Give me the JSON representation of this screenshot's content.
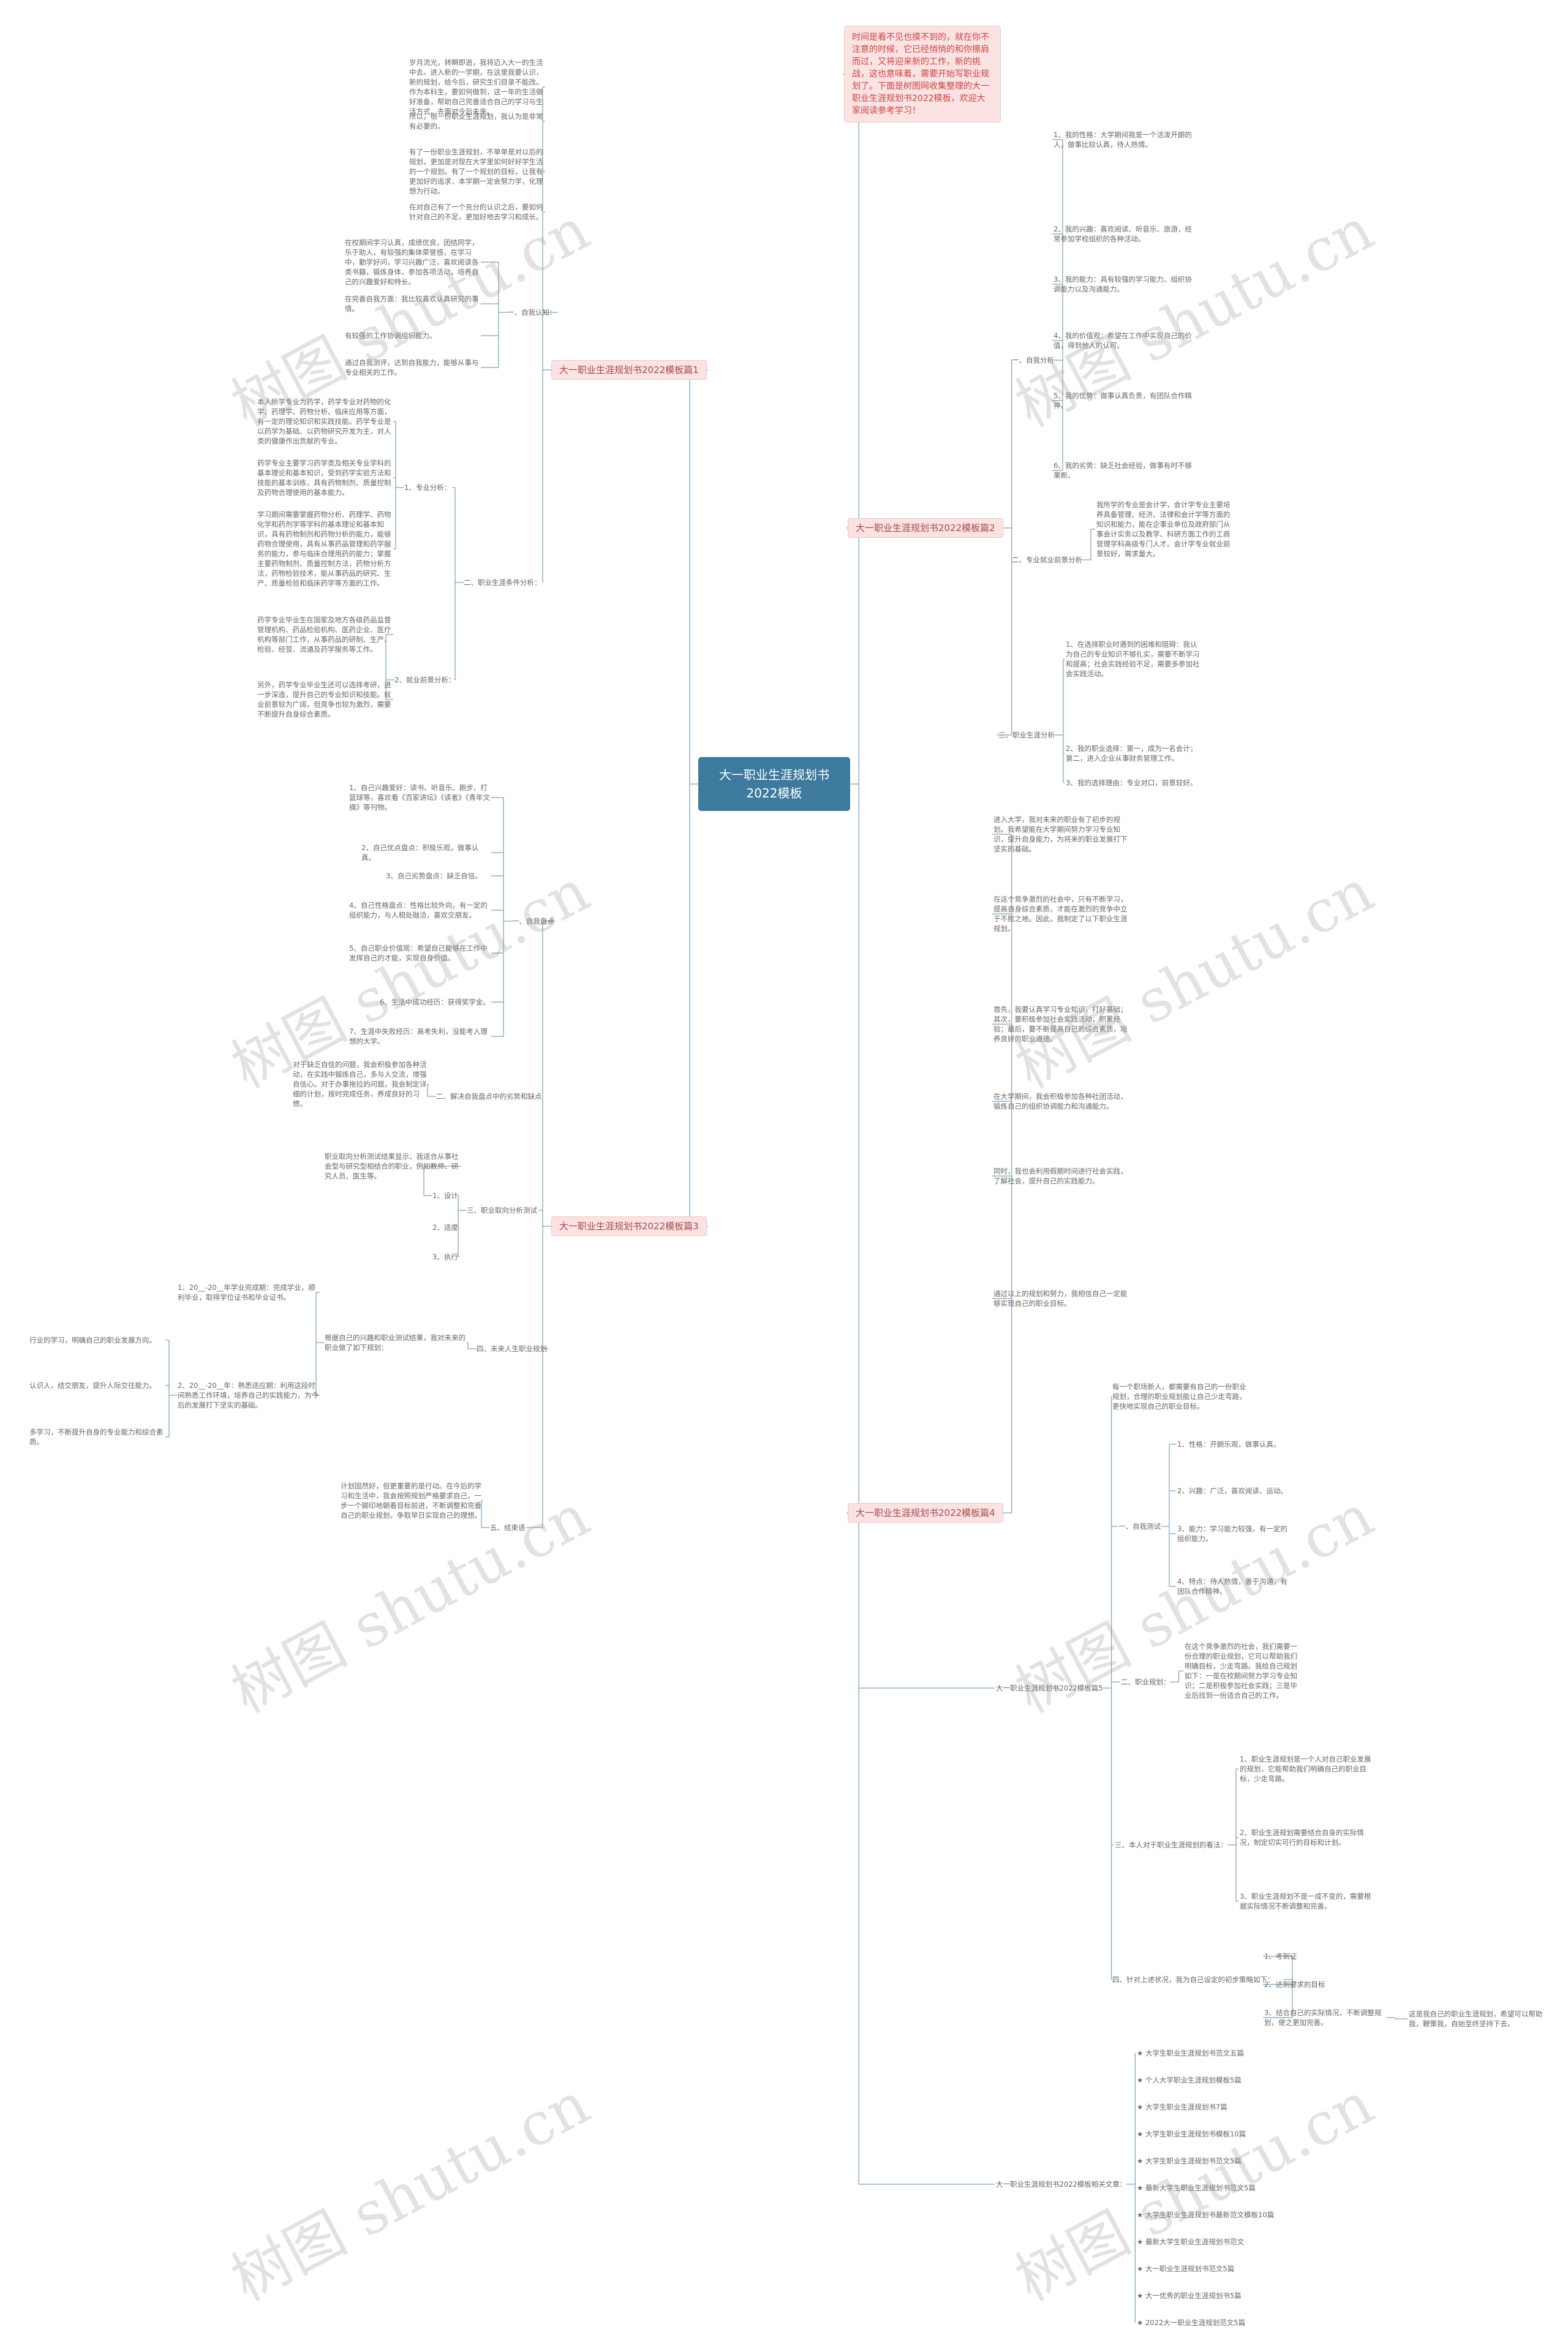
{
  "root": "大一职业生涯规划书2022模板",
  "intro": "时间是看不见也摸不到的，就在你不注意的时候，它已经悄悄的和你擦肩而过，又将迎来新的工作，新的挑战，这也意味着，需要开始写职业规划了。下面是树图网收集整理的大一职业生涯规划书2022模板，欢迎大家阅读参考学习！",
  "watermark": "树图 shutu.cn",
  "b1": {
    "label": "大一职业生涯规划书2022模板篇1",
    "p1": "岁月流光，转瞬即逝，我将迈入大一的生活中去。进入新的一学期，在这里我要认识，新的规划，给今后，研究生们目录不能改。作为本科生，要如何做到，这一年的生活做好准备，帮助自己完善适合自己的学习与生活方式，去面对今后未来。",
    "p2": "所以，很一份职业生涯规划，我认为是非常有必要的。",
    "p3": "有了一份职业生涯规划，不单单是对以后的规划，更加是对现在大学里如何好好学生活的一个规划。有了一个规划的目标，让我有更加好的追求，本学期一定会努力学，化理想为行动。",
    "p4": "在对自己有了一个充分的认识之后，要如何针对自己的不足，更加好地去学习和成长。",
    "c1": {
      "label": "一、自我认知：",
      "p1": "在校期间学习认真，成绩优良，团结同学，乐于助人，有较强的集体荣誉感，在学习中，勤学好问，学习兴趣广泛，喜欢阅读各类书籍，锻炼身体，参加各项活动，培养自己的兴趣爱好和特长。",
      "p2": "在完善自我方面：我比较喜欢认真研究的事情。",
      "p3": "有较强的工作协调组织能力。",
      "p4": "通过自我测评，达到自我能力，能够从事与专业相关的工作。"
    },
    "c2": {
      "label": "二、职业生涯条件分析：",
      "c1": {
        "label": "1、专业分析：",
        "p0": "本人所学专业为药学，药学专业对药物的化学、药理学、药物分析、临床应用等方面，有一定的理论知识和实践技能。药学专业是以药学为基础、以药物研究开发为主，对人类的健康作出贡献的专业。",
        "p1": "药学专业主要学习药学类及相关专业学科的基本理论和基本知识，受到药学实验方法和技能的基本训练，具有药物制剂、质量控制及药物合理使用的基本能力。",
        "p2": "学习期间需要掌握药物分析、药理学、药物化学和药剂学等学科的基本理论和基本知识，具有药物制剂和药物分析的能力，能够药物合理使用，具有从事药品管理和药学服务的能力，参与临床合理用药的能力；掌握主要药物制剂、质量控制方法，药物分析方法，药物检验技术，能从事药品的研究、生产、质量检验和临床药学等方面的工作。"
      },
      "c2": {
        "label": "2、就业前景分析：",
        "p1": "药学专业毕业生在国家及地方各级药品监督管理机构、药品检验机构、医药企业、医疗机构等部门工作，从事药品的研制、生产、检验、经营、流通及药学服务等工作。",
        "p2": "另外，药学专业毕业生还可以选择考研，进一步深造，提升自己的专业知识和技能。就业前景较为广阔，但竞争也较为激烈，需要不断提升自身综合素质。"
      }
    }
  },
  "b3": {
    "label": "大一职业生涯规划书2022模板篇3",
    "c1": {
      "label": "一、自我盘点",
      "items": [
        "1、自己兴趣爱好：读书、听音乐、跑步、打篮球等，喜欢看《百家讲坛》《读者》《青年文摘》等刊物。",
        "2、自己优点盘点：积极乐观，做事认真。",
        "3、自己劣势盘点：缺乏自信。",
        "4、自己性格盘点：性格比较外向，有一定的组织能力，与人相处融洽，喜欢交朋友。",
        "5、自己职业价值观：希望自己能够在工作中发挥自己的才能，实现自身价值。",
        "6、生活中成功经历：获得奖学金。",
        "7、生涯中失败经历：高考失利，没能考入理想的大学。"
      ]
    },
    "c2": {
      "label": "二、解决自我盘点中的劣势和缺点",
      "p1": "对于缺乏自信的问题，我会积极参加各种活动，在实践中锻炼自己，多与人交流，增强自信心。对于办事拖拉的问题，我会制定详细的计划，按时完成任务，养成良好的习惯。"
    },
    "c3": {
      "label": "三、职业取向分析测试",
      "p0": "职业取向分析测试结果显示，我适合从事社会型与研究型相结合的职业，例如教师、研究人员、医生等。",
      "items": [
        "1、设计",
        "2、适度",
        "3、执行"
      ]
    },
    "c4": {
      "label": "四、未来人生职业规划",
      "p0": "根据自己的兴趣和职业测试结果，我对未来的职业做了如下规划：",
      "s1": "1、20__-20__年学业完成期：完成学业，顺利毕业，取得学位证书和毕业证书。",
      "s2": "2、20__-20__年：熟悉适应期：利用这段时间熟悉工作环境，培养自己的实践能力，为今后的发展打下坚实的基础。",
      "g1": "行业的学习，明确自己的职业发展方向。",
      "g2": "认识人，结交朋友，提升人际交往能力。",
      "g3": "多学习，不断提升自身的专业能力和综合素质。"
    },
    "c5": {
      "label": "五、结束语",
      "p1": "计划固然好，但更重要的是行动。在今后的学习和生活中，我会按照规划严格要求自己，一步一个脚印地朝着目标前进，不断调整和完善自己的职业规划，争取早日实现自己的理想。"
    }
  },
  "b2": {
    "label": "大一职业生涯规划书2022模板篇2",
    "c1": {
      "label": "一、自我分析",
      "items": [
        "1、我的性格：大学期间我是一个活泼开朗的人，做事比较认真，待人热情。",
        "2、我的兴趣：喜欢阅读、听音乐、旅游，经常参加学校组织的各种活动。",
        "3、我的能力：具有较强的学习能力、组织协调能力以及沟通能力。",
        "4、我的价值观：希望在工作中实现自己的价值，得到他人的认可。",
        "5、我的优势：做事认真负责，有团队合作精神。",
        "6、我的劣势：缺乏社会经验，做事有时不够果断。"
      ]
    },
    "c2": {
      "label": "二、专业就业前景分析",
      "p1": "我所学的专业是会计学，会计学专业主要培养具备管理、经济、法律和会计学等方面的知识和能力，能在企事业单位及政府部门从事会计实务以及教学、科研方面工作的工商管理学科高级专门人才。会计学专业就业前景较好，需求量大。"
    },
    "c3": {
      "label": "三、职业生涯分析",
      "items": [
        "1、在选择职业时遇到的困难和阻碍：我认为自己的专业知识不够扎实，需要不断学习和提高；社会实践经验不足，需要多参加社会实践活动。",
        "2、我的职业选择：第一，成为一名会计；第二，进入企业从事财务管理工作。",
        "3、我的选择理由：专业对口，前景较好。"
      ]
    }
  },
  "b4": {
    "label": "大一职业生涯规划书2022模板篇4",
    "p1": "进入大学，我对未来的职业有了初步的规划。我希望能在大学期间努力学习专业知识，提升自身能力，为将来的职业发展打下坚实的基础。",
    "p2": "在这个竞争激烈的社会中，只有不断学习，提高自身综合素质，才能在激烈的竞争中立于不败之地。因此，我制定了以下职业生涯规划。",
    "p3": "首先，我要认真学习专业知识，打好基础；其次，要积极参加社会实践活动，积累经验；最后，要不断提高自己的综合素质，培养良好的职业道德。",
    "p4": "在大学期间，我会积极参加各种社团活动，锻炼自己的组织协调能力和沟通能力。",
    "p5": "同时，我也会利用假期时间进行社会实践，了解社会，提升自己的实践能力。",
    "p6": "通过以上的规划和努力，我相信自己一定能够实现自己的职业目标。"
  },
  "b5": {
    "label": "大一职业生涯规划书2022模板篇5",
    "p0": "每一个职场新人，都需要有自己的一份职业规划，合理的职业规划能让自己少走弯路，更快地实现自己的职业目标。",
    "c1": {
      "label": "一、自我测试",
      "items": [
        "1、性格：开朗乐观，做事认真。",
        "2、兴趣：广泛，喜欢阅读、运动。",
        "3、能力：学习能力较强，有一定的组织能力。",
        "4、特点：待人热情，善于沟通，有团队合作精神。"
      ]
    },
    "c2": {
      "label": "二、职业规划：",
      "p1": "在这个竞争激烈的社会，我们需要一份合理的职业规划，它可以帮助我们明确目标，少走弯路。我给自己规划如下：一是在校期间努力学习专业知识；二是积极参加社会实践；三是毕业后找到一份适合自己的工作。"
    },
    "c3": {
      "label": "三、本人对于职业生涯规划的看法：",
      "items": [
        "1、职业生涯规划是一个人对自己职业发展的规划，它能帮助我们明确自己的职业目标，少走弯路。",
        "2、职业生涯规划需要结合自身的实际情况，制定切实可行的目标和计划。",
        "3、职业生涯规划不是一成不变的，需要根据实际情况不断调整和完善。"
      ]
    },
    "c4": {
      "label": "四、针对上述状况，我为自己设定的初步策略如下：",
      "items": [
        "1、考到证",
        "2、达到要求的目标",
        "3、结合自己的实际情况，不断调整规划，使之更加完善。"
      ],
      "note": "这是我自己的职业生涯规划，希望可以帮助我，鞭策我，自始至终坚持下去。"
    }
  },
  "b6": {
    "label": "大一职业生涯规划书2022模板相关文章：",
    "items": [
      "★ 大学生职业生涯规划书范文五篇",
      "★ 个人大学职业生涯规划模板5篇",
      "★ 大学生职业生涯规划书7篇",
      "★ 大学生职业生涯规划书模板10篇",
      "★ 大学生职业生涯规划书范文5篇",
      "★ 最新大学生职业生涯规划书范文5篇",
      "★ 大学生职业生涯规划书最新范文模板10篇",
      "★ 最新大学生职业生涯规划书范文",
      "★ 大一职业生涯规划书范文5篇",
      "★ 大一优秀的职业生涯规划书5篇",
      "★ 2022大一职业生涯规划范文5篇"
    ]
  }
}
